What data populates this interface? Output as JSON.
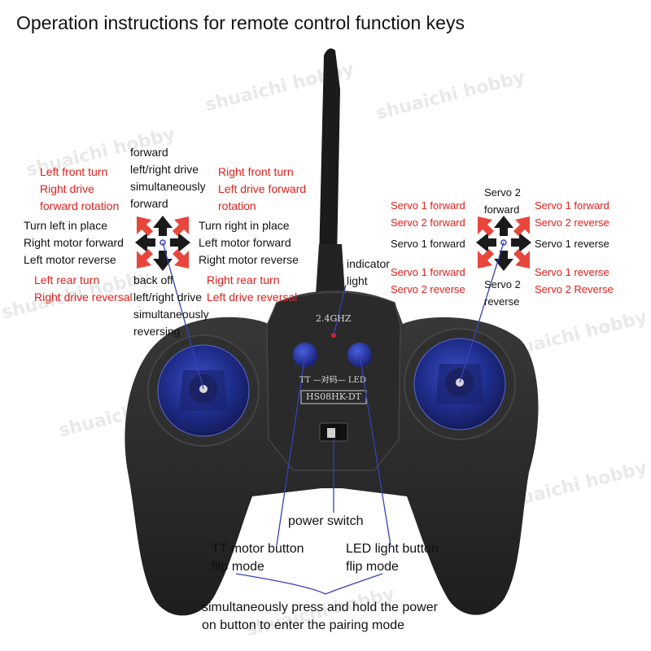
{
  "title": "Operation instructions for remote control function keys",
  "watermark": "shuaichi hobby",
  "left_stick": {
    "up": [
      "forward",
      "left/right drive",
      "simultaneously",
      "forward"
    ],
    "up_left": [
      "Left front turn",
      "Right drive",
      "forward rotation"
    ],
    "up_right": [
      "Right front turn",
      "Left drive forward",
      "rotation"
    ],
    "left": [
      "Turn left in place",
      "Right motor forward",
      "Left motor reverse"
    ],
    "right": [
      "Turn right in place",
      "Left motor forward",
      "Right motor reverse"
    ],
    "down_left": [
      "Left rear turn",
      "Right drive reversal"
    ],
    "down_right": [
      "Right rear turn",
      "Left drive reversal"
    ],
    "down": [
      "back off",
      "left/right drive",
      "simultaneously",
      "reversing"
    ]
  },
  "right_stick": {
    "up": [
      "Servo 2",
      "forward"
    ],
    "up_left": [
      "Servo 1 forward",
      "Servo 2 forward"
    ],
    "up_right": [
      "Servo 1 forward",
      "Servo 2 reverse"
    ],
    "left": "Servo 1 forward",
    "right": "Servo 1 reverse",
    "down_left": [
      "Servo 1 forward",
      "Servo 2 reverse"
    ],
    "down_right": [
      "Servo 1 reverse",
      "Servo 2 Reverse"
    ],
    "down": [
      "Servo 2",
      "reverse"
    ]
  },
  "indicator_light": [
    "indicator",
    "light"
  ],
  "device": {
    "band": "2.4GHZ",
    "pairing_strip": "TT —对码— LED",
    "model": "HS08HK-DT"
  },
  "power_switch": "power switch",
  "tt_button": [
    "TT motor button",
    "flip mode"
  ],
  "led_button": [
    "LED light button",
    "flip mode"
  ],
  "pairing_note": [
    "simultaneously press and hold the power",
    "on button to enter the pairing mode"
  ],
  "colors": {
    "red_label": "#e0201c",
    "arrow_red": "#e8463c",
    "arrow_black": "#1a1a1a",
    "body": "#262626",
    "stick_blue": "#1f2d8c",
    "line_blue": "#3b3fb8"
  }
}
